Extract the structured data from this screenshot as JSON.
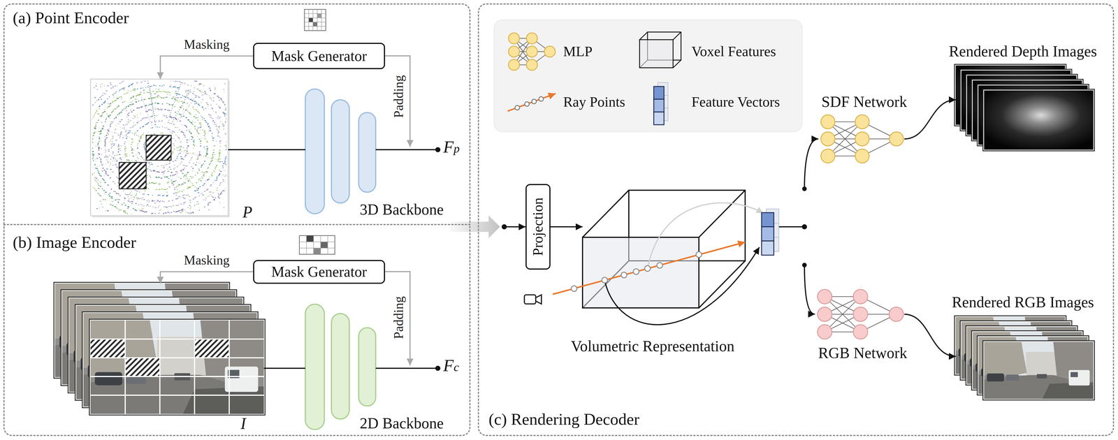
{
  "diagram": {
    "nodes": [
      {
        "text": [
          "(a) Point Encoder"
        ]
      },
      {
        "text": [
          "Mask Generator"
        ],
        "in": 0
      },
      {
        "text": [
          "P"
        ],
        "in": 0
      },
      {
        "text": [
          "3D Backbone"
        ],
        "in": 0
      },
      {
        "text": [
          "(b) Image Encoder"
        ]
      },
      {
        "text": [
          "Mask Generator"
        ],
        "in": 4
      },
      {
        "text": [
          "I"
        ],
        "in": 4
      },
      {
        "text": [
          "2D Backbone"
        ],
        "in": 4
      },
      {
        "text": [
          "(c) Rendering Decoder"
        ]
      },
      {
        "text": [
          "Projection"
        ],
        "in": 8
      },
      {
        "text": [
          "Volumetric Representation"
        ],
        "in": 8
      },
      {
        "text": [
          "SDF Network"
        ],
        "in": 8
      },
      {
        "text": [
          "Rendered Depth Images"
        ],
        "in": 8
      },
      {
        "text": [
          "RGB Network"
        ],
        "in": 8
      },
      {
        "text": [
          "Rendered RGB Images"
        ],
        "in": 8
      }
    ],
    "edges": [
      {
        "from": 1,
        "to": 2,
        "label": "Masking",
        "arrow": "to"
      },
      {
        "from": 2,
        "to": 3,
        "arrow": "none"
      },
      {
        "from": 5,
        "to": 6,
        "label": "Masking",
        "arrow": "to"
      },
      {
        "from": 6,
        "to": 7,
        "arrow": "none"
      },
      {
        "from": 9,
        "to": 10,
        "arrow": "to"
      },
      {
        "from": 11,
        "to": 12,
        "arrow": "to"
      },
      {
        "from": 13,
        "to": 14,
        "arrow": "to"
      }
    ],
    "labels": [
      "Padding",
      "Fp",
      "Padding",
      "Fc"
    ],
    "legend": [
      {
        "text": "MLP"
      },
      {
        "text": "Voxel Features"
      },
      {
        "text": "Ray Points"
      },
      {
        "text": "Feature Vectors"
      }
    ]
  }
}
